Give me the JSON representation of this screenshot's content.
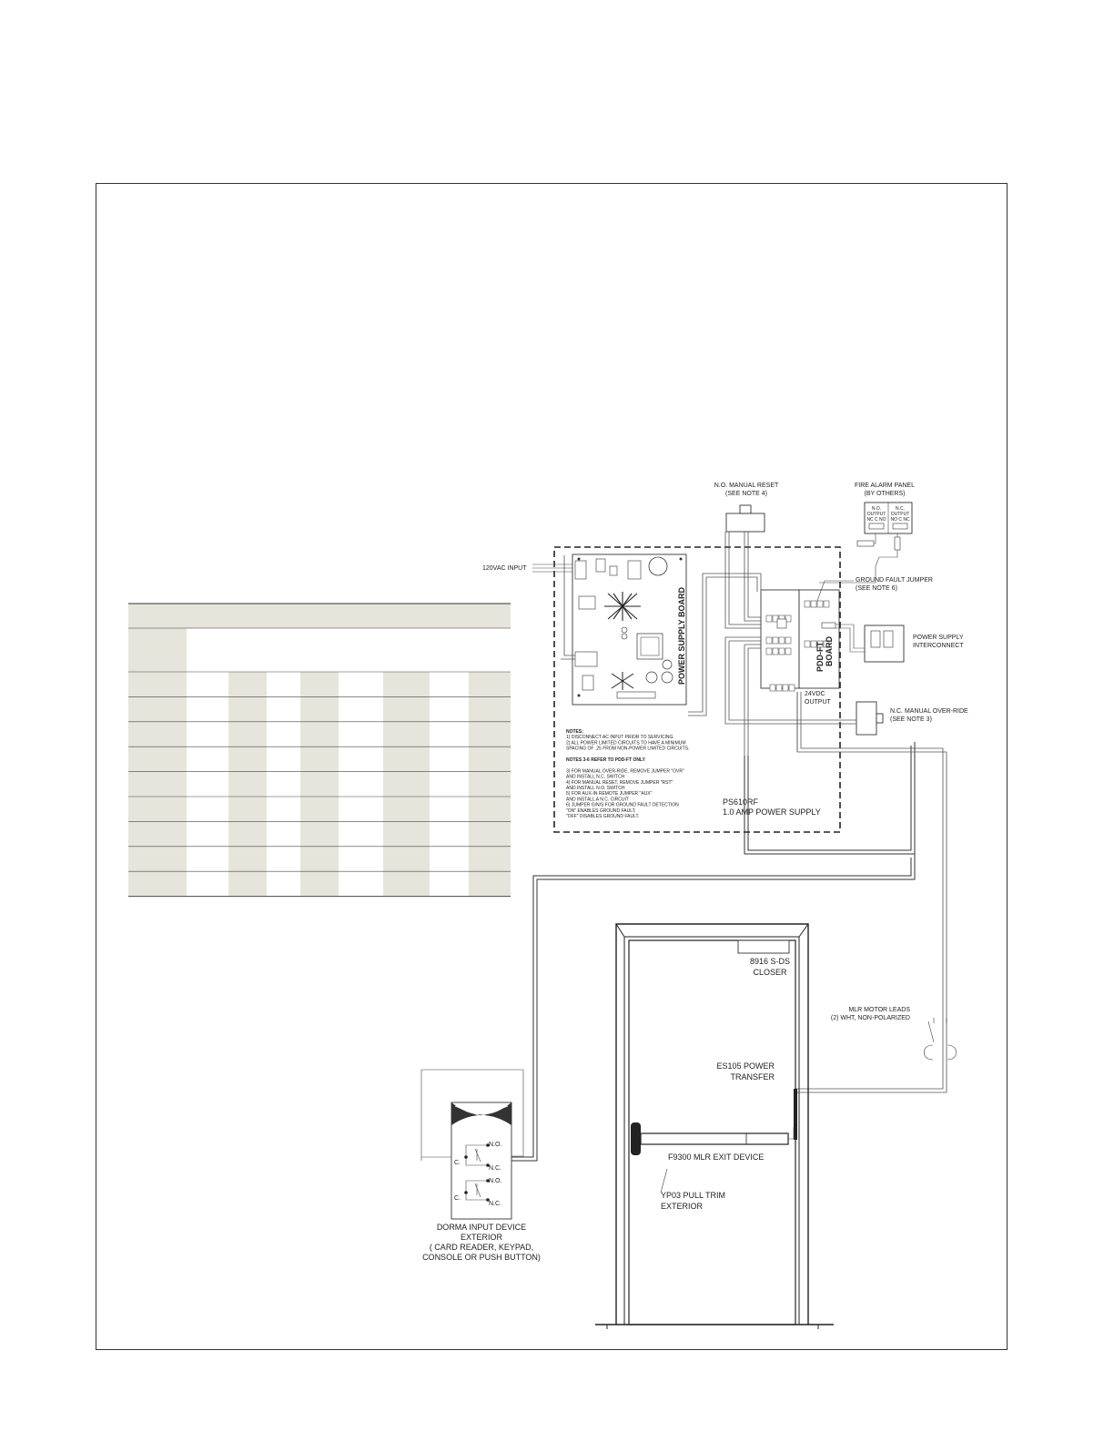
{
  "labels": {
    "manual_reset": [
      "N.O. MANUAL RESET",
      "(SEE NOTE 4)"
    ],
    "fire_alarm": [
      "FIRE ALARM PANEL",
      "(BY OTHERS)"
    ],
    "fire_alarm_terminals": [
      "N.O.",
      "OUTPUT",
      "NC C NO",
      "N.C.",
      "OUTPUT",
      "NO C NC"
    ],
    "ac_input": "120VAC INPUT",
    "ground_fault": [
      "GROUND FAULT JUMPER",
      "(SEE NOTE 6)"
    ],
    "psi": [
      "POWER SUPPLY",
      "INTERCONNECT"
    ],
    "pdd_board": [
      "PDD-FT",
      "BOARD"
    ],
    "power_board": "POWER SUPPLY BOARD",
    "output": [
      "24VDC",
      "OUTPUT"
    ],
    "override": [
      "N.C. MANUAL OVER-RIDE",
      "(SEE NOTE 3)"
    ],
    "notes": [
      "NOTES;",
      "1) DISCONNECT AC INPUT PRIOR TO SERVICING.",
      "2) ALL POWER LIMITED CIRCUITS TO HAVE A MINIMUM",
      "    SPACING OF .25  FROM NON-POWER LIMITED CIRCUITS.",
      "",
      "NOTES 3-6 REFER TO PDD-FT ONLY",
      "",
      "3) FOR MANUAL OVER-RIDE, REMOVE JUMPER \"OVR\"",
      "    AND  INSTALL N.C. SWITCH",
      "4) FOR MANUAL RESET, REMOVE JUMPER \"RST\"",
      "    AND INSTALL N.O. SWITCH",
      "5) FOR AUX-IN REMOTE JUMPER \"AUX\"",
      "    AND INSTALL A N.C. CIRCUIT",
      "6) JUMPER G/N/S FOR GROUND FAULT DETECTION",
      "    \"ON\" ENABLES GROUND FAULT,",
      "    \"OFF\" DISABLES GROUND FAULT."
    ],
    "ps_model": [
      "PS610RF",
      "1.0 AMP POWER SUPPLY"
    ],
    "closer": [
      "8916 S-DS",
      "CLOSER"
    ],
    "motor_leads": [
      "MLR MOTOR LEADS",
      "(2) WHT, NON-POLARIZED"
    ],
    "transfer": [
      "ES105 POWER",
      "TRANSFER"
    ],
    "exit_device": "F9300 MLR EXIT DEVICE",
    "pull_trim": [
      "YP03 PULL TRIM",
      "EXTERIOR"
    ],
    "input_device": [
      "DORMA INPUT DEVICE",
      "EXTERIOR",
      "( CARD READER, KEYPAD,",
      "CONSOLE OR PUSH BUTTON)"
    ],
    "contacts": [
      "N.O.",
      "N.C.",
      "C.",
      "N.O.",
      "N.C.",
      "C."
    ]
  },
  "colors": {
    "table_header": "#e7e4dc",
    "table_stripe": "#e7e4dc",
    "line": "#333333"
  }
}
